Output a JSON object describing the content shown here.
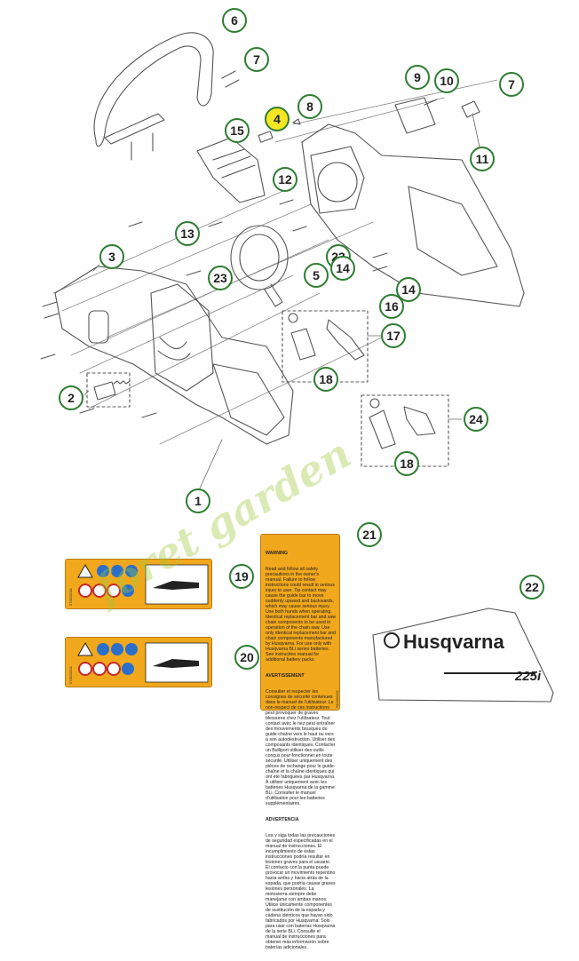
{
  "diagram": {
    "callouts": [
      "6",
      "7",
      "8",
      "4",
      "15",
      "9",
      "10",
      "7",
      "11",
      "12",
      "13",
      "3",
      "23",
      "5",
      "23",
      "14",
      "14",
      "16",
      "17",
      "18",
      "2",
      "24",
      "18",
      "1",
      "21",
      "19",
      "22",
      "20"
    ],
    "highlighted_part": "4"
  },
  "labels": {
    "warning_card": {
      "warning_head": "WARNING",
      "warning_body": "Read and follow all safety precautions in the owner's manual. Failure to follow instructions could result in serious injury to user. Tip contact may cause the guide bar to move suddenly upward and backwards, which may cause serious injury. Use both hands when operating. Identical replacement bar and saw chain components to be used in operation of the chain saw. Use only identical replacement bar and chain components manufactured by Husqvarna. For use only with Husqvarna BLi series batteries. See instruction manual for additional battery packs.",
      "avert_head": "AVERTISSEMENT",
      "avert_body": "Consulter et respecter les consignes de sécurité contenues dans le manuel de l'utilisateur. Le non-respect de ces instructions peut provoquer de graves blessures chez l'utilisateur. Tout contact avec le nez peut entraîner des mouvements brusques du guide-chaîne vers le haut ou vers à son autodestruction. Utiliser des composants identiques. Contacter un Bulliport utiliser des outils conçus pour fonctionner en toute sécurité. Utiliser uniquement des pièces de rechange pour le guide-chaîne et la chaîne identiques qui ont été fabriquées par Husqvarna. À utiliser uniquement avec les batteries Husqvarna de la gamme BLi. Consulter le manuel d'utilisation pour les batteries supplémentaires.",
      "adv_head": "ADVERTENCIA",
      "adv_body": "Lea y siga todas las precauciones de seguridad especificadas en el manual de instrucciones. El incumplimiento de estas instrucciones podría resultar en lesiones graves para el usuario. El contacto con la punta puede provocar un movimiento repentino hacia arriba y hacia atrás de la espada, que podría causar graves lesiones personales. La motosierra siempre debe manejarse con ambas manos. Utilice únicamente componentes de sustitución de la espada y cadena idénticos que hayan sido fabricados por Husqvarna. Solo para usar con baterías Husqvarna de la serie BLi. Consulte el manual de instrucciones para obtener más información sobre baterías adicionales."
    },
    "decal_19_code": "578620001",
    "decal_20_code": "578620001",
    "decal_21_code": "580400001",
    "brand_name": "Husqvarna",
    "model_name": "225i"
  },
  "colors": {
    "callout_ring": "#2e7d32",
    "highlight": "#f5e623",
    "label_orange": "#f2a81d",
    "line_art": "#555555"
  },
  "icons": [
    "chainsaw-housing",
    "bumper-handle",
    "screw",
    "spring",
    "cover",
    "dashed-box",
    "safety-pictograms",
    "chainsaw-pictogram",
    "husqvarna-crown-logo"
  ]
}
